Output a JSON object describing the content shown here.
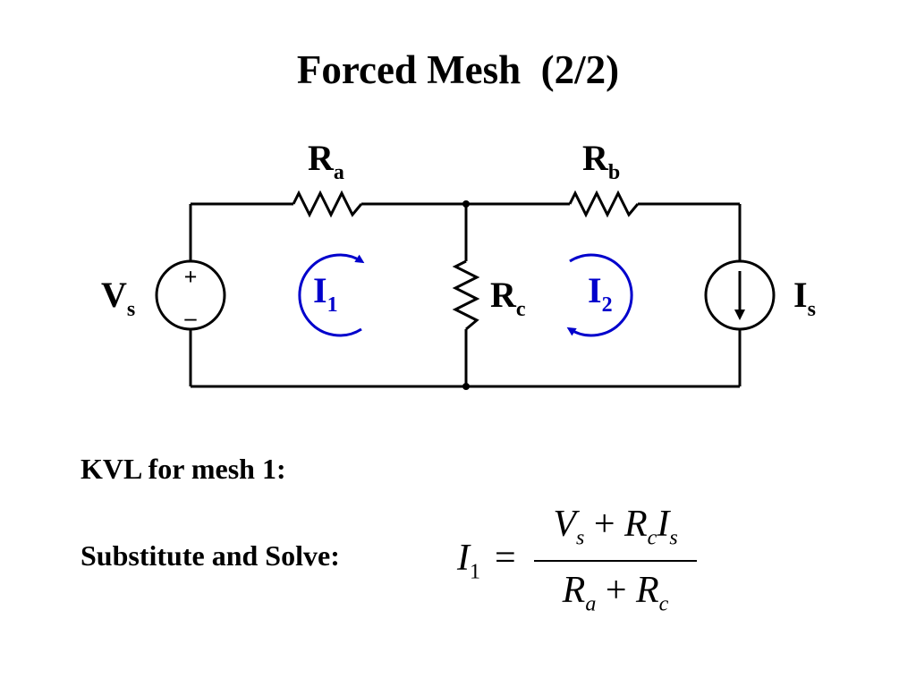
{
  "slide": {
    "title": "Forced Mesh  (2/2)",
    "kvl_label": "KVL for mesh 1:",
    "solve_label": "Substitute and Solve:"
  },
  "circuit": {
    "resistor_a": {
      "main": "R",
      "sub": "a"
    },
    "resistor_b": {
      "main": "R",
      "sub": "b"
    },
    "resistor_c": {
      "main": "R",
      "sub": "c"
    },
    "voltage_source": {
      "main": "V",
      "sub": "s",
      "plus": "+",
      "minus": "–"
    },
    "current_source": {
      "main": "I",
      "sub": "s"
    },
    "mesh_1": {
      "main": "I",
      "sub": "1"
    },
    "mesh_2": {
      "main": "I",
      "sub": "2"
    },
    "colors": {
      "wire": "#000000",
      "mesh": "#0000cc"
    }
  },
  "equation": {
    "lhs": {
      "main": "I",
      "sub": "1"
    },
    "equals": "=",
    "numerator": {
      "t1": "V",
      "t1_sub": "s",
      "op": "+",
      "t2": "R",
      "t2_sub": "c",
      "t3": "I",
      "t3_sub": "s"
    },
    "denominator": {
      "t1": "R",
      "t1_sub": "a",
      "op": "+",
      "t2": "R",
      "t2_sub": "c"
    }
  }
}
